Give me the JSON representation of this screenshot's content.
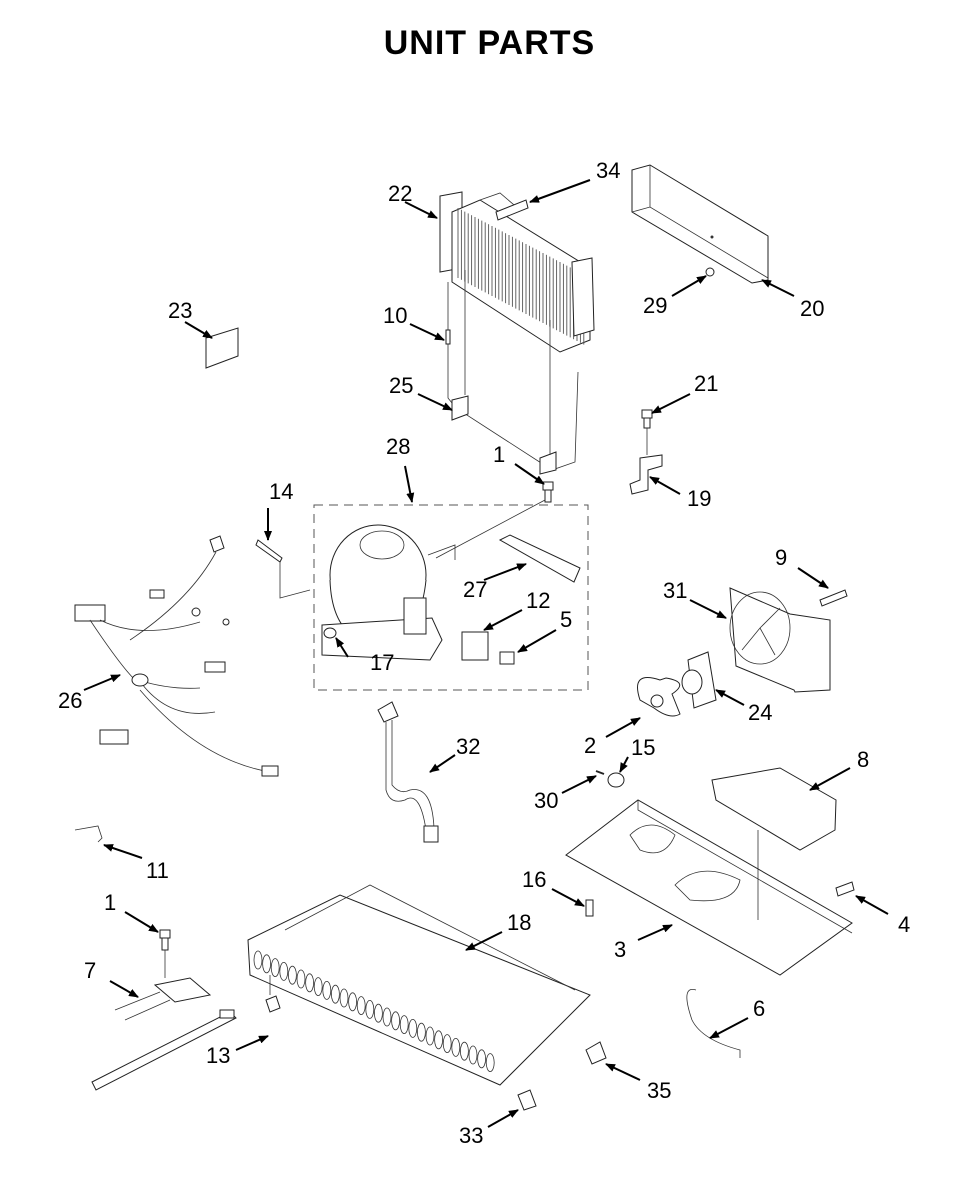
{
  "title": "UNIT PARTS",
  "colors": {
    "ink": "#000000",
    "background": "#ffffff"
  },
  "callouts": [
    {
      "id": "c22",
      "number": "22",
      "part": "condenser"
    },
    {
      "id": "c34",
      "number": "34",
      "part": "condenser-pad"
    },
    {
      "id": "c20",
      "number": "20",
      "part": "cover"
    },
    {
      "id": "c29",
      "number": "29",
      "part": "nut"
    },
    {
      "id": "c23",
      "number": "23",
      "part": "plate"
    },
    {
      "id": "c10",
      "number": "10",
      "part": "tube"
    },
    {
      "id": "c25",
      "number": "25",
      "part": "bracket"
    },
    {
      "id": "c21",
      "number": "21",
      "part": "screw"
    },
    {
      "id": "c1a",
      "number": "1",
      "part": "screw"
    },
    {
      "id": "c19",
      "number": "19",
      "part": "clamp"
    },
    {
      "id": "c28",
      "number": "28",
      "part": "compressor-kit"
    },
    {
      "id": "c14",
      "number": "14",
      "part": "strap"
    },
    {
      "id": "c27",
      "number": "27",
      "part": "drier"
    },
    {
      "id": "c12",
      "number": "12",
      "part": "relay"
    },
    {
      "id": "c5",
      "number": "5",
      "part": "cap"
    },
    {
      "id": "c17",
      "number": "17",
      "part": "grommet"
    },
    {
      "id": "c26",
      "number": "26",
      "part": "wire-harness"
    },
    {
      "id": "c9",
      "number": "9",
      "part": "screw"
    },
    {
      "id": "c31",
      "number": "31",
      "part": "fan-shroud"
    },
    {
      "id": "c24",
      "number": "24",
      "part": "fan-motor"
    },
    {
      "id": "c2",
      "number": "2",
      "part": "fan-blade"
    },
    {
      "id": "c15",
      "number": "15",
      "part": "grommet"
    },
    {
      "id": "c30",
      "number": "30",
      "part": "pin"
    },
    {
      "id": "c8",
      "number": "8",
      "part": "tray"
    },
    {
      "id": "c32",
      "number": "32",
      "part": "drain-tube"
    },
    {
      "id": "c11",
      "number": "11",
      "part": "wire"
    },
    {
      "id": "c16",
      "number": "16",
      "part": "screw"
    },
    {
      "id": "c4",
      "number": "4",
      "part": "screw"
    },
    {
      "id": "c1b",
      "number": "1",
      "part": "screw"
    },
    {
      "id": "c18",
      "number": "18",
      "part": "evaporator"
    },
    {
      "id": "c3",
      "number": "3",
      "part": "base-plate"
    },
    {
      "id": "c7",
      "number": "7",
      "part": "heater"
    },
    {
      "id": "c6",
      "number": "6",
      "part": "wire"
    },
    {
      "id": "c13",
      "number": "13",
      "part": "clip"
    },
    {
      "id": "c35",
      "number": "35",
      "part": "clip"
    },
    {
      "id": "c33",
      "number": "33",
      "part": "sleeve"
    }
  ]
}
